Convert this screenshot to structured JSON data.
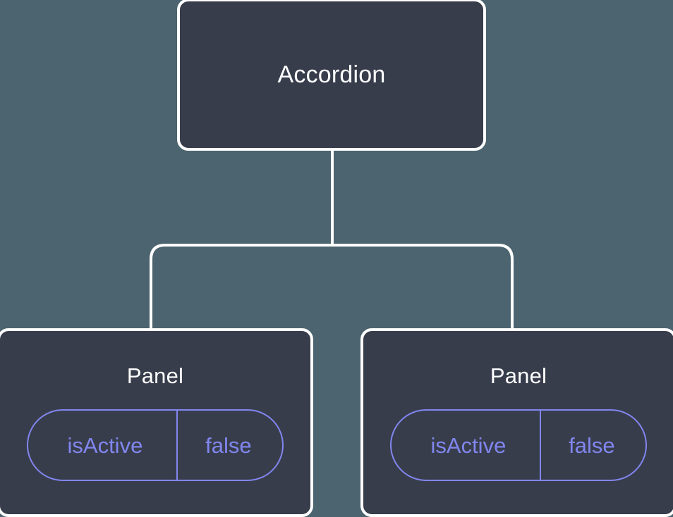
{
  "diagram": {
    "type": "component-tree",
    "background_color": "#4c646f",
    "node_fill_color": "#383d4c",
    "node_border_color": "#ffffff",
    "accent_color": "#8186ef",
    "connector_color": "#ffffff",
    "root": {
      "label": "Accordion"
    },
    "children": [
      {
        "label": "Panel",
        "props": [
          {
            "key": "isActive",
            "value": "false"
          }
        ]
      },
      {
        "label": "Panel",
        "props": [
          {
            "key": "isActive",
            "value": "false"
          }
        ]
      }
    ]
  }
}
